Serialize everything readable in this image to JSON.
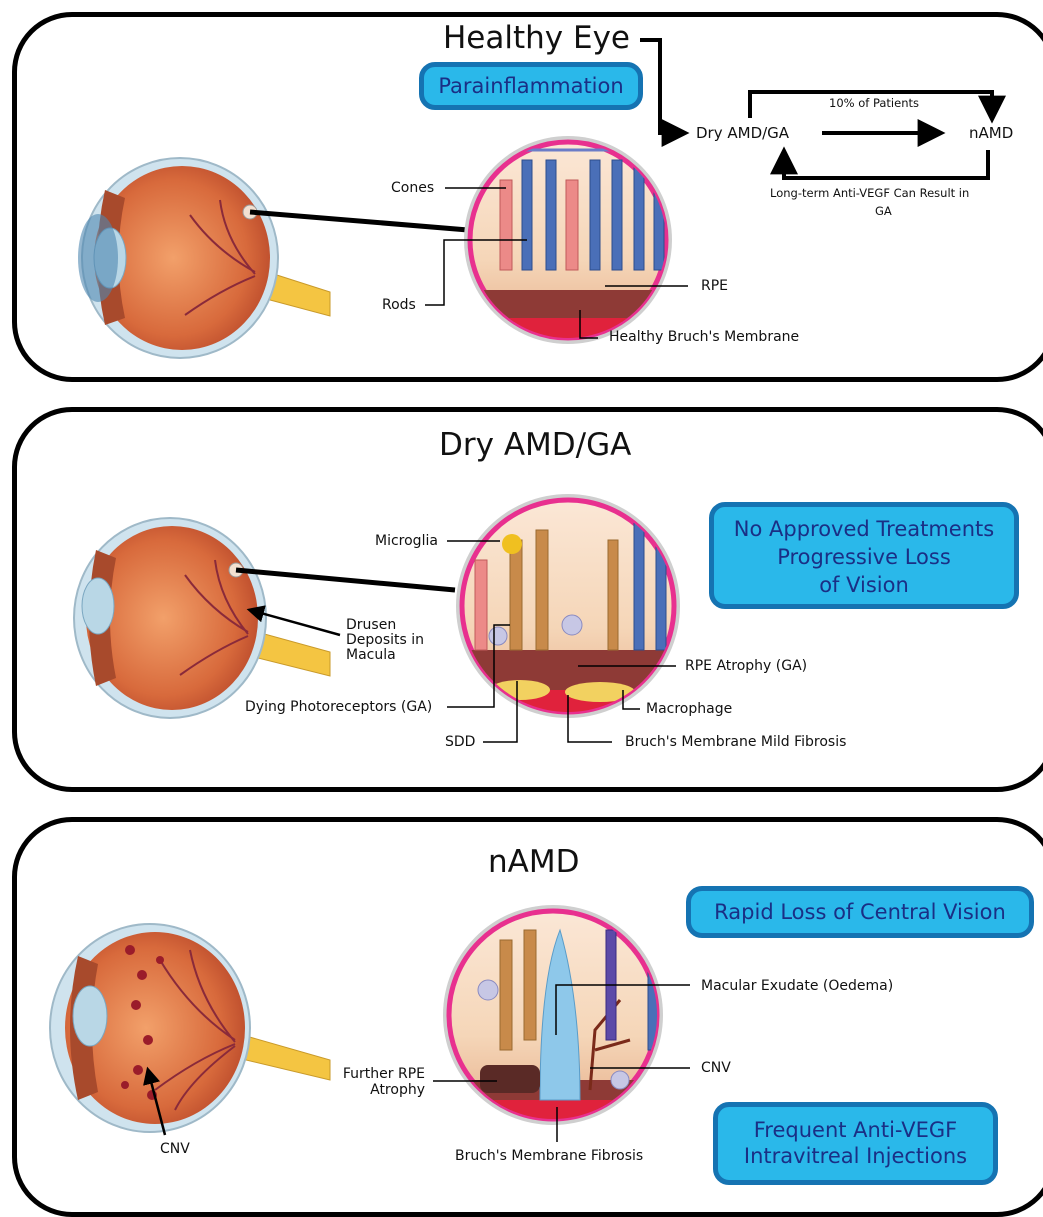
{
  "colors": {
    "pill_fill": "#2ab8ea",
    "pill_border": "#1573b2",
    "pill_text": "#1a2f85",
    "magnifier_ring": "#e8308f",
    "panel_border": "#000000"
  },
  "panel1": {
    "title": "Healthy Eye",
    "pill": "Parainflammation",
    "labels": {
      "cones": "Cones",
      "rods": "Rods",
      "rpe": "RPE",
      "bruch": "Healthy Bruch's Membrane"
    },
    "flow": {
      "dry": "Dry AMD/GA",
      "namd": "nAMD",
      "top_arrow": "10% of Patients",
      "bottom_arrow_line1": "Long-term Anti-VEGF Can Result in",
      "bottom_arrow_line2": "GA"
    }
  },
  "panel2": {
    "title": "Dry AMD/GA",
    "pill_lines": [
      "No Approved Treatments",
      "Progressive Loss",
      "of Vision"
    ],
    "labels": {
      "microglia": "Microglia",
      "drusen_1": "Drusen",
      "drusen_2": "Deposits in",
      "drusen_3": "Macula",
      "rpe_atrophy": "RPE Atrophy (GA)",
      "dying": "Dying Photoreceptors (GA)",
      "macrophage": "Macrophage",
      "sdd": "SDD",
      "bruch": "Bruch's Membrane Mild Fibrosis"
    }
  },
  "panel3": {
    "title": "nAMD",
    "pill_top": "Rapid Loss of Central Vision",
    "pill_bottom_lines": [
      "Frequent Anti-VEGF",
      "Intravitreal Injections"
    ],
    "labels": {
      "exudate": "Macular Exudate (Oedema)",
      "cnv_right": "CNV",
      "further_1": "Further RPE",
      "further_2": "Atrophy",
      "cnv_eye": "CNV",
      "bruch": "Bruch's Membrane Fibrosis"
    }
  }
}
